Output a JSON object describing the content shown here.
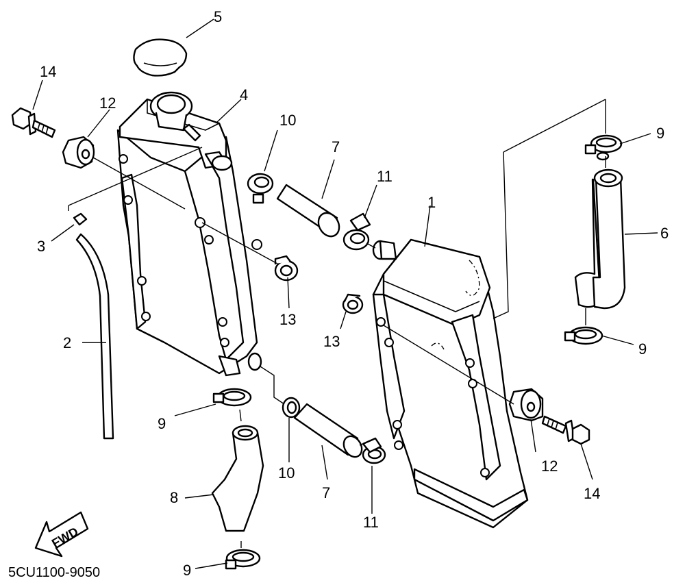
{
  "drawing_code": "5CU1100-9050",
  "fwd_label": "FWD",
  "callouts": {
    "c1": "1",
    "c2": "2",
    "c3": "3",
    "c4": "4",
    "c5": "5",
    "c6": "6",
    "c7a": "7",
    "c7b": "7",
    "c8": "8",
    "c9a": "9",
    "c9b": "9",
    "c9c": "9",
    "c9d": "9",
    "c10a": "10",
    "c10b": "10",
    "c11a": "11",
    "c11b": "11",
    "c12a": "12",
    "c12b": "12",
    "c13a": "13",
    "c13b": "13",
    "c14a": "14",
    "c14b": "14"
  }
}
